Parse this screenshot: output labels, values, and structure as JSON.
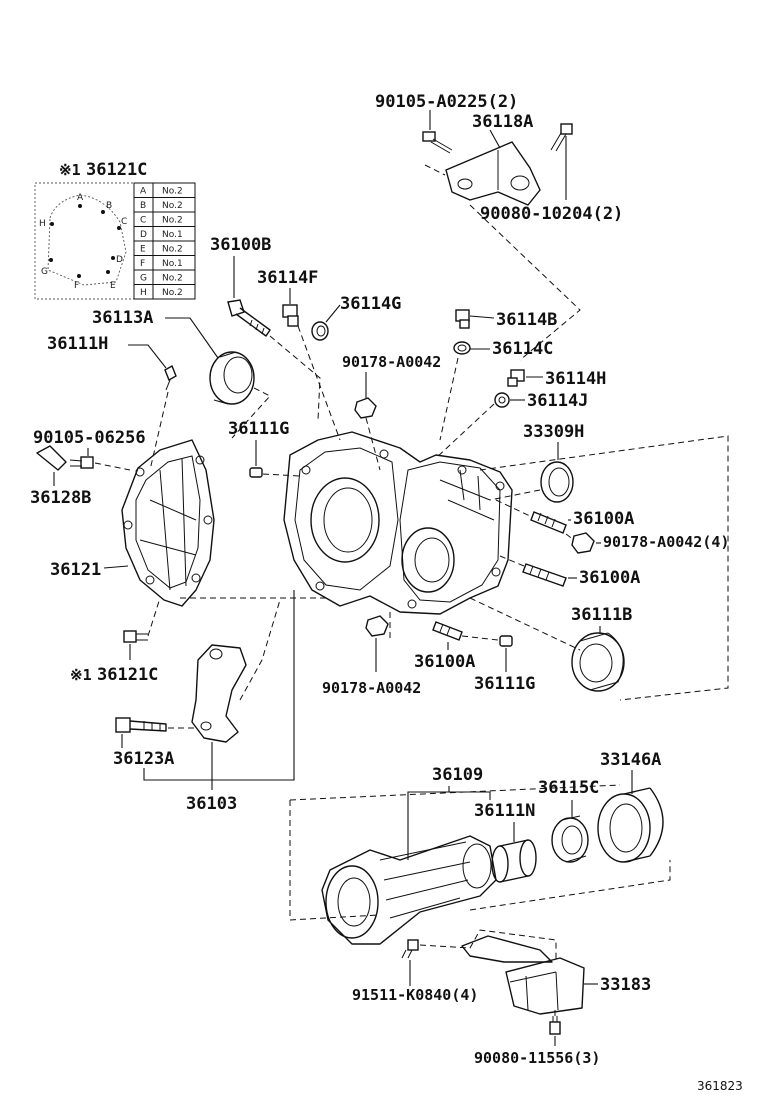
{
  "labels": {
    "p90105_a0225": "90105-A0225(2)",
    "p36118a": "36118A",
    "p90080_10204": "90080-10204(2)",
    "p36121c_top": "36121C",
    "p36121c_top_mark": "※1",
    "p36100b": "36100B",
    "p36114f": "36114F",
    "p36114g": "36114G",
    "p36113a": "36113A",
    "p36114b": "36114B",
    "p36111h": "36111H",
    "p90178_a0042_top": "90178-A0042",
    "p36114c": "36114C",
    "p36114h": "36114H",
    "p36114j": "36114J",
    "p90105_06256": "90105-06256",
    "p36111g_top": "36111G",
    "p33309h": "33309H",
    "p36128b": "36128B",
    "p36100a_1": "36100A",
    "p90178_a0042_4": "90178-A0042(4)",
    "p36121": "36121",
    "p36100a_2": "36100A",
    "p36111b": "36111B",
    "p36121c_bottom": "36121C",
    "p36121c_bottom_mark": "※1",
    "p36100a_3": "36100A",
    "p90178_a0042_bottom": "90178-A0042",
    "p36111g_bottom": "36111G",
    "p36123a": "36123A",
    "p36103": "36103",
    "p36109": "36109",
    "p33146a": "33146A",
    "p36115c": "36115C",
    "p36111n": "36111N",
    "p33183": "33183",
    "p91511_k0840": "91511-K0840(4)",
    "p90080_11556": "90080-11556(3)",
    "figure_number": "361823"
  },
  "bolt_table": {
    "rows": [
      {
        "pos": "A",
        "val": "No.2"
      },
      {
        "pos": "B",
        "val": "No.2"
      },
      {
        "pos": "C",
        "val": "No.2"
      },
      {
        "pos": "D",
        "val": "No.1"
      },
      {
        "pos": "E",
        "val": "No.2"
      },
      {
        "pos": "F",
        "val": "No.1"
      },
      {
        "pos": "G",
        "val": "No.2"
      },
      {
        "pos": "H",
        "val": "No.2"
      }
    ],
    "points": [
      "A",
      "B",
      "C",
      "D",
      "E",
      "F",
      "G",
      "H"
    ]
  }
}
